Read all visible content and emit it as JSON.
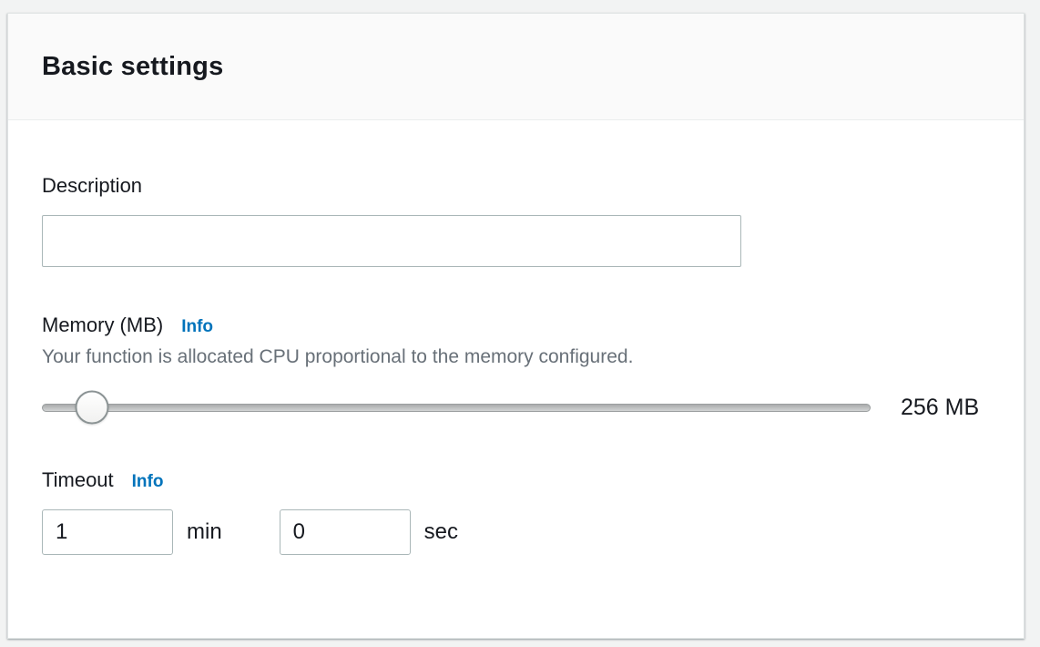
{
  "panel": {
    "title": "Basic settings"
  },
  "description": {
    "label": "Description",
    "value": ""
  },
  "memory": {
    "label": "Memory (MB)",
    "info_label": "Info",
    "helper": "Your function is allocated CPU proportional to the memory configured.",
    "value_label": "256 MB",
    "slider_percent": 6
  },
  "timeout": {
    "label": "Timeout",
    "info_label": "Info",
    "minutes_value": "1",
    "minutes_unit": "min",
    "seconds_value": "0",
    "seconds_unit": "sec"
  },
  "colors": {
    "page_background": "#f2f3f3",
    "card_background": "#ffffff",
    "header_background": "#fafafa",
    "heading_text": "#16191f",
    "helper_text": "#687078",
    "info_link": "#0073bb",
    "input_border": "#aab7b8"
  }
}
